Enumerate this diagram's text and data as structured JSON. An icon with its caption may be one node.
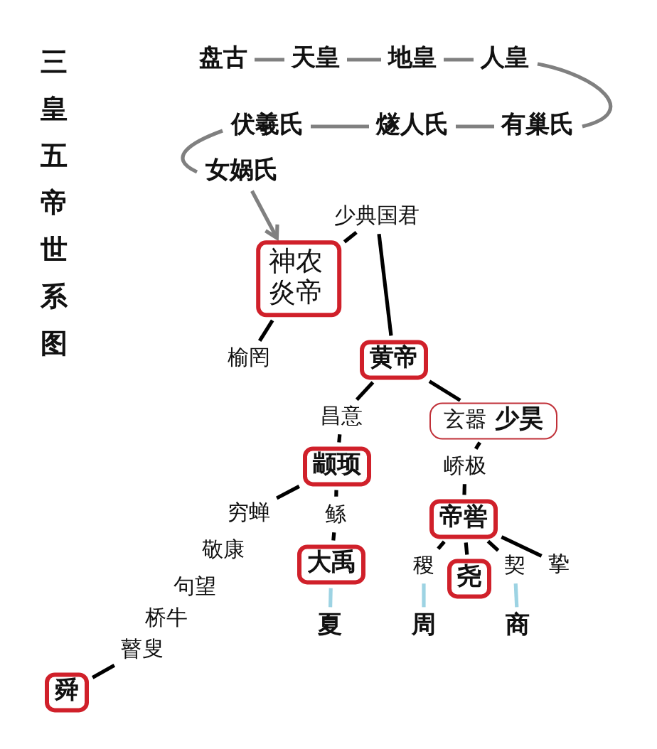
{
  "diagram": {
    "title": "三皇五帝世系图",
    "nodes": [
      {
        "text": [
          "盘古"
        ]
      },
      {
        "text": [
          "天皇"
        ]
      },
      {
        "text": [
          "地皇"
        ]
      },
      {
        "text": [
          "人皇"
        ]
      },
      {
        "text": [
          "伏羲氏"
        ]
      },
      {
        "text": [
          "燧人氏"
        ]
      },
      {
        "text": [
          "有巢氏"
        ]
      },
      {
        "text": [
          "女娲氏"
        ]
      },
      {
        "text": [
          "少典国君"
        ]
      },
      {
        "text": [
          "神农炎帝"
        ]
      },
      {
        "text": [
          "榆罔"
        ]
      },
      {
        "text": [
          "黄帝"
        ]
      },
      {
        "text": [
          "昌意"
        ]
      },
      {
        "text": [
          "玄嚣",
          "少昊"
        ]
      },
      {
        "text": [
          "颛顼"
        ]
      },
      {
        "text": [
          "峤极"
        ]
      },
      {
        "text": [
          "穷蝉"
        ]
      },
      {
        "text": [
          "鲧"
        ]
      },
      {
        "text": [
          "帝喾"
        ]
      },
      {
        "text": [
          "大禹"
        ]
      },
      {
        "text": [
          "稷"
        ]
      },
      {
        "text": [
          "尧"
        ]
      },
      {
        "text": [
          "契"
        ]
      },
      {
        "text": [
          "挚"
        ]
      },
      {
        "text": [
          "瞽叟"
        ]
      },
      {
        "text": [
          "夏"
        ]
      },
      {
        "text": [
          "周"
        ]
      },
      {
        "text": [
          "商"
        ]
      },
      {
        "text": [
          "舜"
        ]
      }
    ],
    "edges": [
      {
        "from": 0,
        "to": 1,
        "arrow": "none",
        "color": "#808080"
      },
      {
        "from": 1,
        "to": 2,
        "arrow": "none",
        "color": "#808080"
      },
      {
        "from": 2,
        "to": 3,
        "arrow": "none",
        "color": "#808080"
      },
      {
        "from": 3,
        "to": 6,
        "arrow": "none",
        "color": "#808080"
      },
      {
        "from": 6,
        "to": 5,
        "arrow": "none",
        "color": "#808080"
      },
      {
        "from": 5,
        "to": 4,
        "arrow": "none",
        "color": "#808080"
      },
      {
        "from": 4,
        "to": 7,
        "arrow": "none",
        "color": "#808080"
      },
      {
        "from": 7,
        "to": 9,
        "arrow": "to",
        "color": "#808080"
      },
      {
        "from": 8,
        "to": 9,
        "arrow": "none"
      },
      {
        "from": 8,
        "to": 11,
        "arrow": "none"
      },
      {
        "from": 9,
        "to": 10,
        "arrow": "none"
      },
      {
        "from": 11,
        "to": 12,
        "arrow": "none"
      },
      {
        "from": 11,
        "to": 13,
        "arrow": "none"
      },
      {
        "from": 12,
        "to": 14,
        "arrow": "none"
      },
      {
        "from": 13,
        "to": 15,
        "arrow": "none"
      },
      {
        "from": 14,
        "to": 16,
        "arrow": "none"
      },
      {
        "from": 14,
        "to": 17,
        "arrow": "none"
      },
      {
        "from": 15,
        "to": 18,
        "arrow": "none"
      },
      {
        "from": 17,
        "to": 19,
        "arrow": "none"
      },
      {
        "from": 18,
        "to": 20,
        "arrow": "none"
      },
      {
        "from": 18,
        "to": 21,
        "arrow": "none"
      },
      {
        "from": 18,
        "to": 22,
        "arrow": "none"
      },
      {
        "from": 18,
        "to": 23,
        "arrow": "none"
      },
      {
        "from": 19,
        "to": 25,
        "arrow": "none",
        "color": "#9dd3e3"
      },
      {
        "from": 20,
        "to": 26,
        "arrow": "none",
        "color": "#9dd3e3"
      },
      {
        "from": 22,
        "to": 27,
        "arrow": "none",
        "color": "#9dd3e3"
      },
      {
        "from": 24,
        "to": 28,
        "arrow": "none"
      }
    ],
    "labels": [
      "敬康",
      "句望",
      "桥牛"
    ]
  }
}
